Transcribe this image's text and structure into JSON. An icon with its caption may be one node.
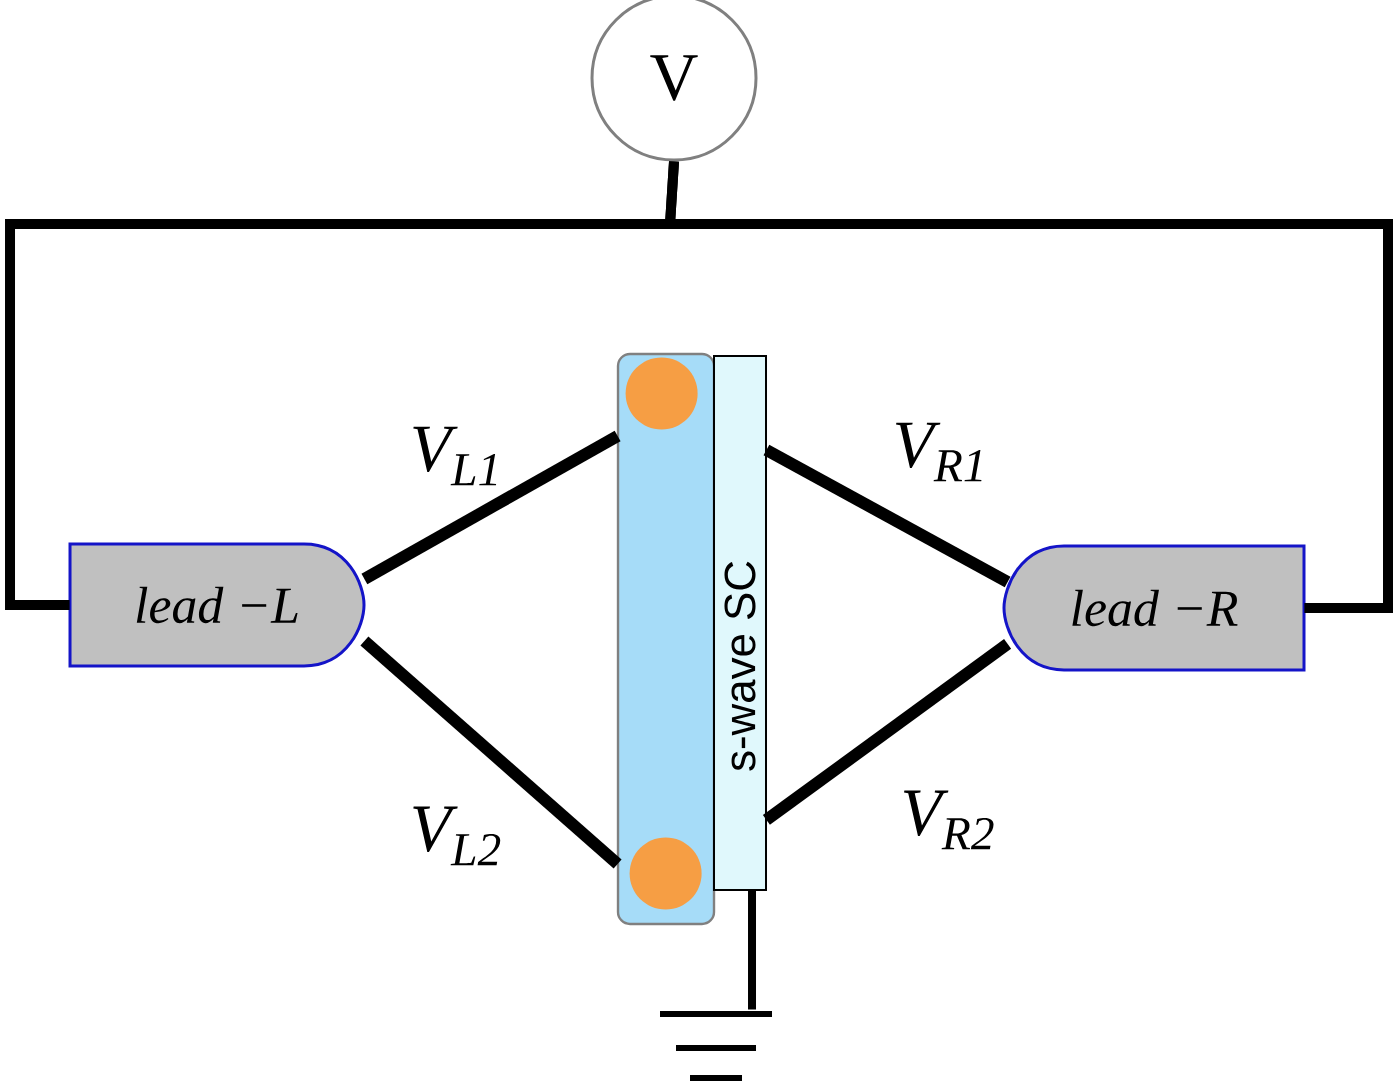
{
  "diagram": {
    "nodes": [
      {
        "text": [
          "V"
        ]
      },
      {
        "text": [
          "lead −L"
        ]
      },
      {
        "text": [
          "lead −R"
        ]
      },
      {
        "text": [],
        "shape": "bar"
      },
      {
        "text": [],
        "shape": "circle",
        "in": 3
      },
      {
        "text": [],
        "shape": "circle",
        "in": 3
      },
      {
        "text": [
          "s-wave SC"
        ]
      },
      {
        "text": [],
        "shape": "ground"
      }
    ],
    "edges": [
      {
        "from": 0,
        "to": 1,
        "arrow": "none"
      },
      {
        "from": 0,
        "to": 2,
        "arrow": "none"
      },
      {
        "from": 1,
        "to": 3,
        "arrow": "none",
        "label": "V$_{L1}$"
      },
      {
        "from": 1,
        "to": 3,
        "arrow": "none",
        "label": "V$_{L2}$"
      },
      {
        "from": 2,
        "to": 6,
        "arrow": "none",
        "label": "V$_{R1}$"
      },
      {
        "from": 2,
        "to": 6,
        "arrow": "none",
        "label": "V$_{R2}$"
      },
      {
        "from": 6,
        "to": 7,
        "arrow": "none"
      }
    ]
  }
}
